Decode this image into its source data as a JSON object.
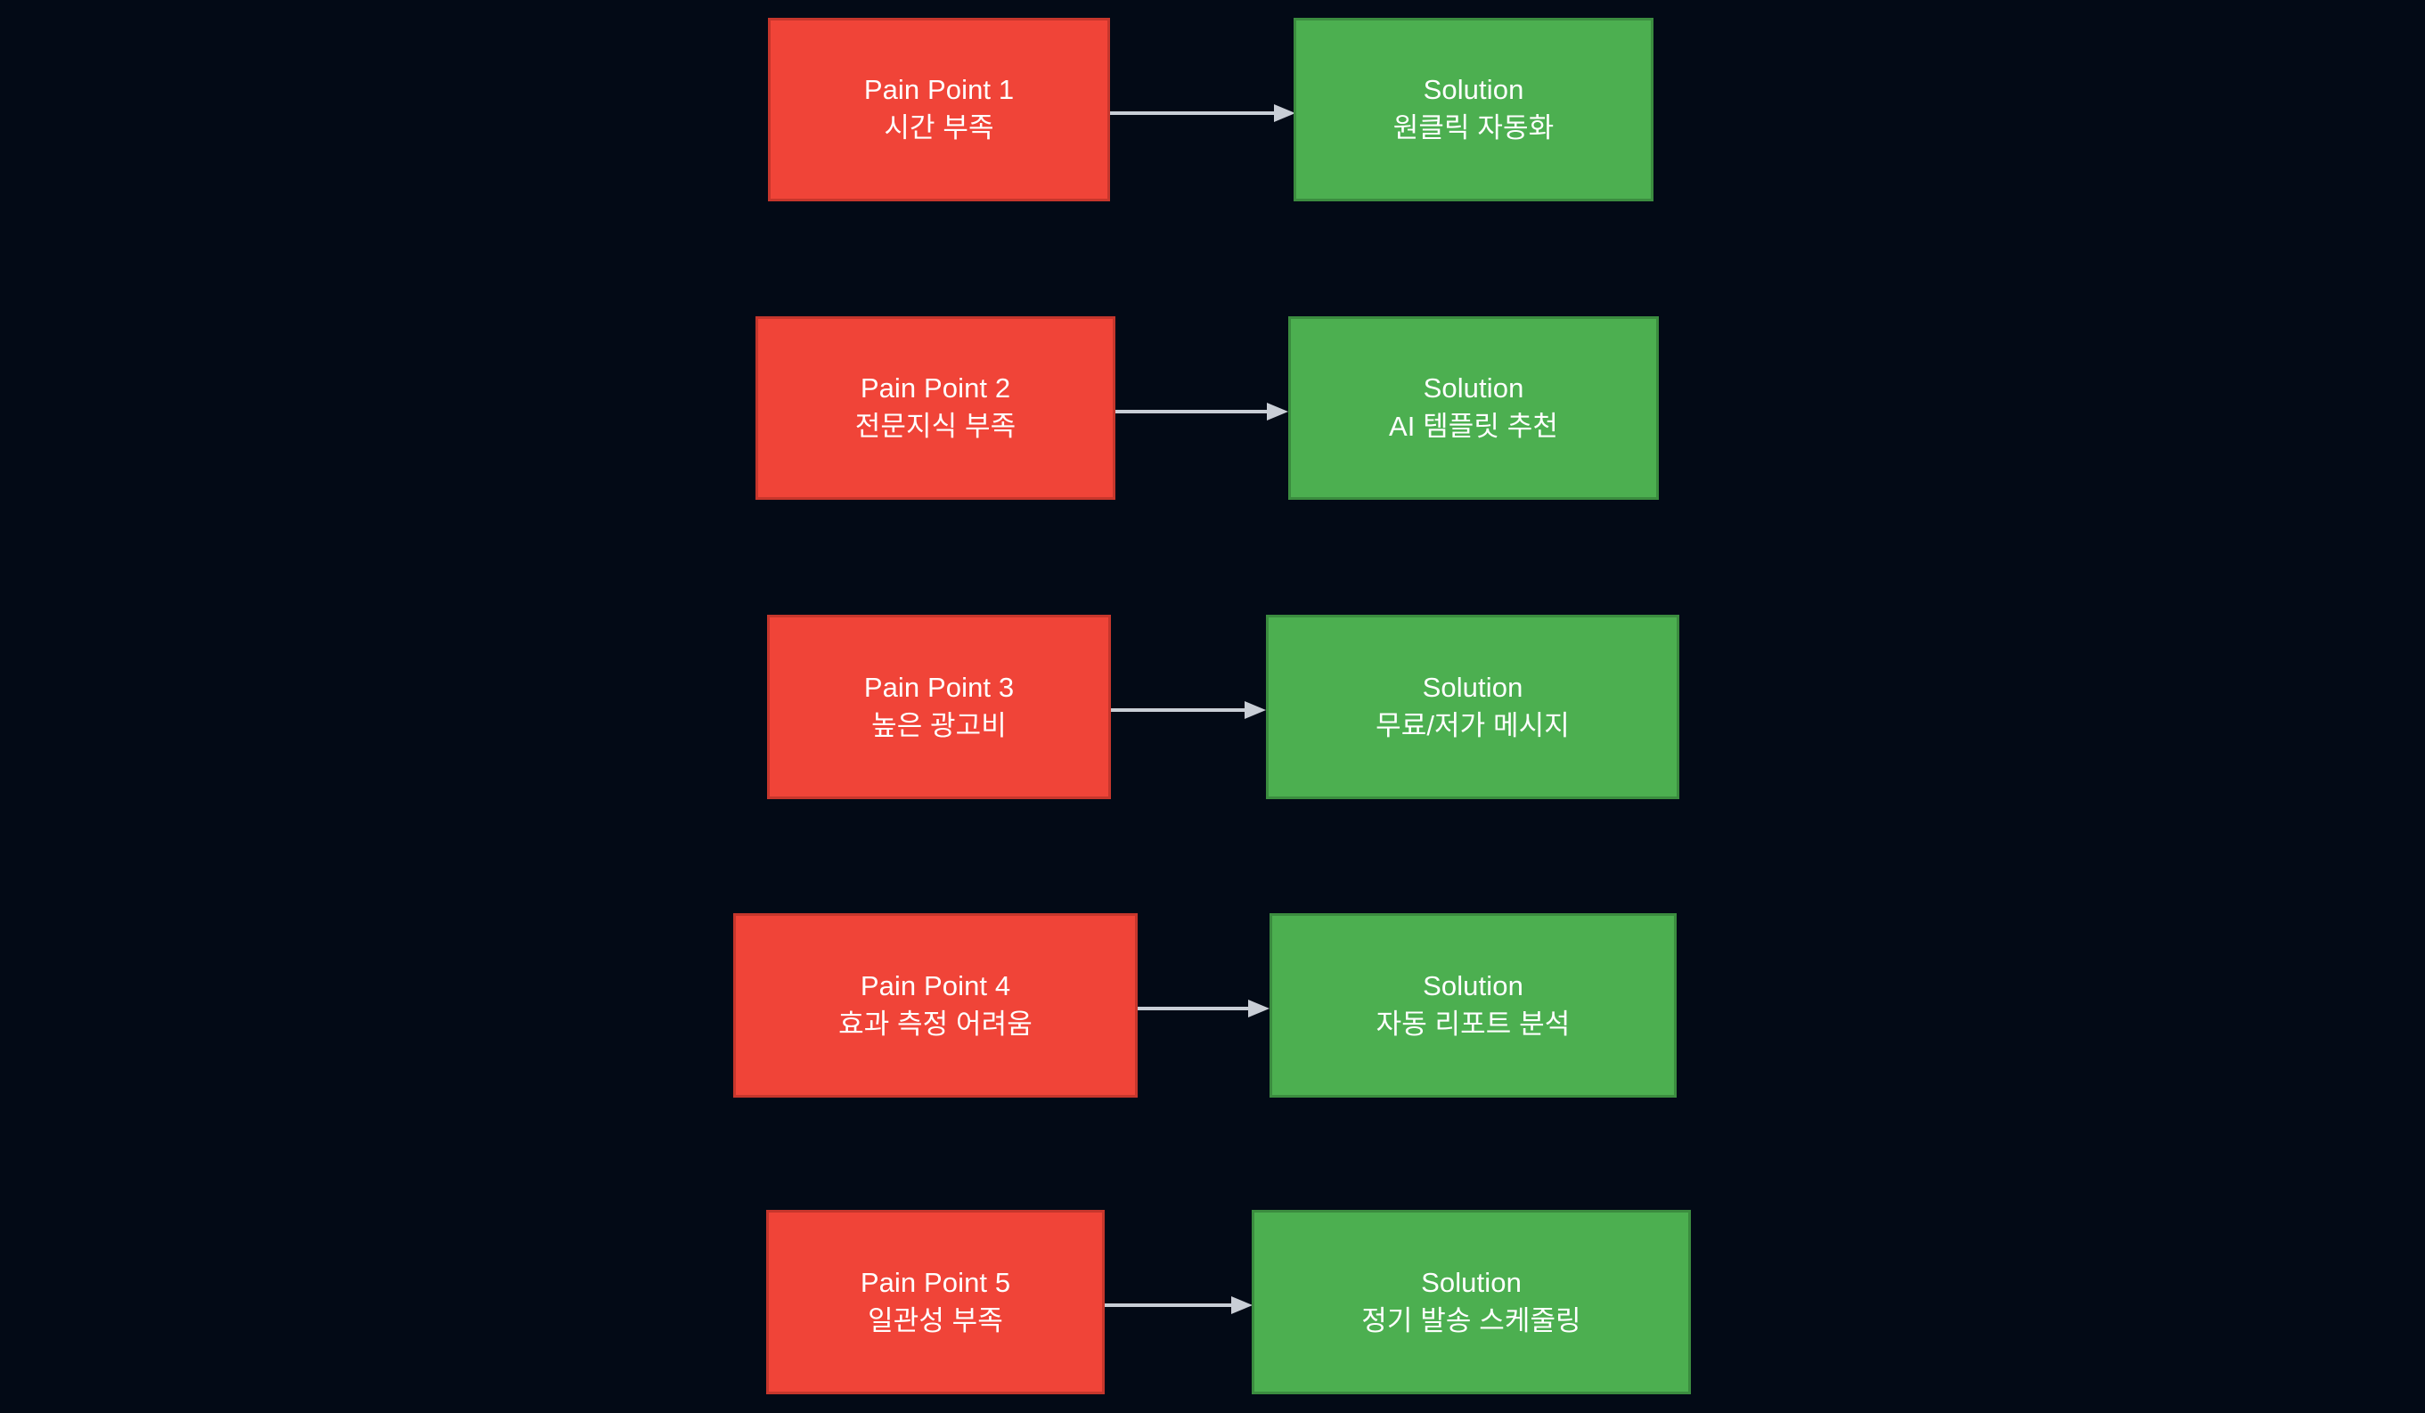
{
  "diagram": {
    "background_color": "#030a16",
    "pain_color": "#f04438",
    "pain_border_color": "#c6362c",
    "solution_color": "#4caf50",
    "solution_border_color": "#3b8c3f",
    "arrow_color": "#c9ced6",
    "text_color": "#ffffff",
    "rows": [
      {
        "pain": {
          "title": "Pain Point 1",
          "detail": "시간 부족"
        },
        "solution": {
          "title": "Solution",
          "detail": "원클릭 자동화"
        },
        "connector": "arrow-right"
      },
      {
        "pain": {
          "title": "Pain Point 2",
          "detail": "전문지식 부족"
        },
        "solution": {
          "title": "Solution",
          "detail": "AI 템플릿 추천"
        },
        "connector": "arrow-right"
      },
      {
        "pain": {
          "title": "Pain Point 3",
          "detail": "높은 광고비"
        },
        "solution": {
          "title": "Solution",
          "detail": "무료/저가 메시지"
        },
        "connector": "arrow-right"
      },
      {
        "pain": {
          "title": "Pain Point 4",
          "detail": "효과 측정 어려움"
        },
        "solution": {
          "title": "Solution",
          "detail": "자동 리포트 분석"
        },
        "connector": "arrow-right"
      },
      {
        "pain": {
          "title": "Pain Point 5",
          "detail": "일관성 부족"
        },
        "solution": {
          "title": "Solution",
          "detail": "정기 발송 스케줄링"
        },
        "connector": "arrow-right"
      }
    ]
  }
}
